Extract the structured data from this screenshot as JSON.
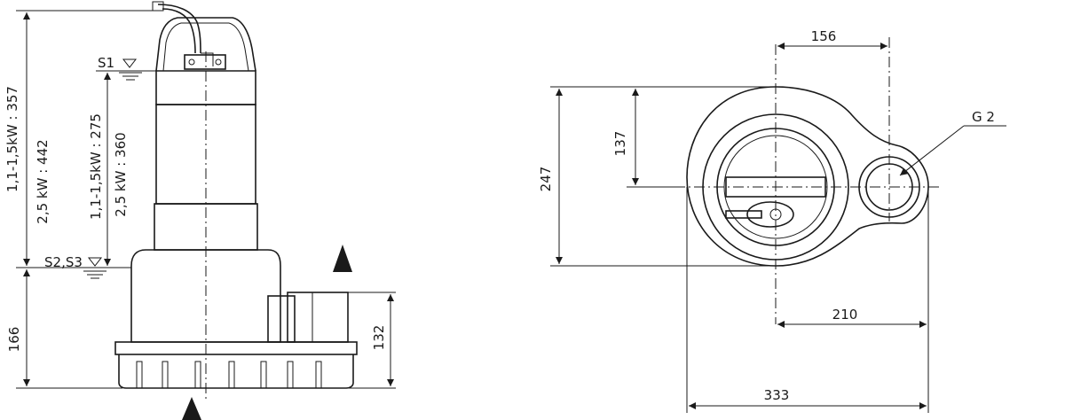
{
  "side_view": {
    "level_s1": "S1",
    "level_s2s3": "S2,S3",
    "dim_total_small": "1,1-1,5kW : 357",
    "dim_total_large": "2,5 kW : 442",
    "dim_level_small": "1,1-1,5kW : 275",
    "dim_level_large": "2,5 kW : 360",
    "dim_base": "166",
    "dim_outlet": "132"
  },
  "top_view": {
    "dim_156": "156",
    "dim_247": "247",
    "dim_137": "137",
    "dim_210": "210",
    "dim_333": "333",
    "outlet_label": "G 2"
  },
  "colors": {
    "line": "#1a1a1a",
    "background": "#ffffff"
  }
}
